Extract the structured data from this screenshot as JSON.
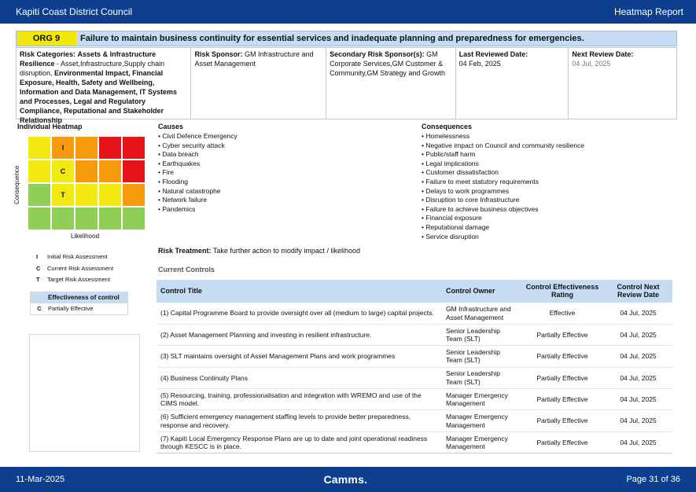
{
  "topbar": {
    "org_name": "Kapiti Coast District Council",
    "report_name": "Heatmap Report"
  },
  "risk": {
    "id": "ORG 9",
    "title": "Failure to maintain business continuity for essential services and inadequate planning and preparedness for emergencies.",
    "categories_label": "Risk Categories:",
    "cat1_bold": "Assets & Infrastructure Resilience",
    "cat1_rest": " - Asset,Infrastructure,Supply chain disruption,",
    "cat_rest_bold": "Environmental Impact, Financial Exposure, Health, Safety and Wellbeing, Information and Data Management, IT Systems and Processes, Legal and Regulatory Compliance, Reputational and Stakeholder Relationship",
    "sponsor_label": "Risk Sponsor:",
    "sponsor": "GM Infrastructure and Asset Management",
    "secondary_label": "Secondary Risk Sponsor(s):",
    "secondary": "GM Corporate Services,GM Customer & Community,GM Strategy and Growth",
    "last_reviewed_label": "Last Reviewed Date:",
    "last_reviewed": "04 Feb, 2025",
    "next_review_label": "Next Review Date:",
    "next_review": "04 Jul, 2025"
  },
  "heatmap": {
    "title": "Individual Heatmap",
    "y_label": "Consequence",
    "x_label": "Likelihood",
    "colors": {
      "red": "#e8141c",
      "orange": "#f79a0c",
      "yellow": "#f3e911",
      "green": "#8fcf56"
    },
    "rows": [
      [
        {
          "c": "yellow",
          "t": ""
        },
        {
          "c": "orange",
          "t": "I"
        },
        {
          "c": "orange",
          "t": ""
        },
        {
          "c": "red",
          "t": ""
        },
        {
          "c": "red",
          "t": ""
        }
      ],
      [
        {
          "c": "yellow",
          "t": ""
        },
        {
          "c": "yellow",
          "t": "C"
        },
        {
          "c": "orange",
          "t": ""
        },
        {
          "c": "orange",
          "t": ""
        },
        {
          "c": "red",
          "t": ""
        }
      ],
      [
        {
          "c": "green",
          "t": ""
        },
        {
          "c": "yellow",
          "t": "T"
        },
        {
          "c": "yellow",
          "t": ""
        },
        {
          "c": "yellow",
          "t": ""
        },
        {
          "c": "orange",
          "t": ""
        }
      ],
      [
        {
          "c": "green",
          "t": ""
        },
        {
          "c": "green",
          "t": ""
        },
        {
          "c": "green",
          "t": ""
        },
        {
          "c": "green",
          "t": ""
        },
        {
          "c": "green",
          "t": ""
        }
      ]
    ],
    "legend": [
      {
        "key": "I",
        "label": "Initial Risk Assessment"
      },
      {
        "key": "C",
        "label": "Current Risk Assessment"
      },
      {
        "key": "T",
        "label": "Target Risk Assessment"
      }
    ],
    "effectiveness_title": "Effectiveness of control",
    "effectiveness_key": "C",
    "effectiveness_value": "Partially Effective"
  },
  "causes": {
    "title": "Causes",
    "items": [
      "Civil Defence Emergency",
      "Cyber security attack",
      "Data breach",
      "Earthquakes",
      "Fire",
      "Flooding",
      "Natural catastrophe",
      "Network failure",
      "Pandemics"
    ]
  },
  "consequences": {
    "title": "Consequences",
    "items": [
      "Homelessness",
      "Negative impact on Council and community resilience",
      "Public/staff harm",
      "Legal implications",
      "Customer dissatisfaction",
      "Failure to meet statutory requirements",
      "Delays to work programmes",
      "Disruption to core Infrastructure",
      "Failure to achieve business objectives",
      "Financial exposure",
      "Reputational damage",
      "Service disruption"
    ]
  },
  "treatment": {
    "label": "Risk Treatment:",
    "text": "Take further action to modify impact / likelihood"
  },
  "controls": {
    "section_title": "Current Controls",
    "headers": [
      "Control Title",
      "Control Owner",
      "Control Effectiveness Rating",
      "Control Next Review Date"
    ],
    "rows": [
      [
        "(1) Capital Programme Board to provide oversight over all (medium to large) capital projects.",
        "GM Infrastructure and Asset Management",
        "Effective",
        "04 Jul, 2025"
      ],
      [
        "(2) Asset Management Planning and investing in resilient infrastructure.",
        "Senior Leadership Team (SLT)",
        "Partially Effective",
        "04 Jul, 2025"
      ],
      [
        "(3) SLT maintains oversight of Asset Management Plans and work programmes",
        "Senior Leadership Team (SLT)",
        "Partially Effective",
        "04 Jul, 2025"
      ],
      [
        "(4) Business Continuity Plans",
        "Senior Leadership Team (SLT)",
        "Partially Effective",
        "04 Jul, 2025"
      ],
      [
        "(5) Resourcing, training, professionalisation and integration with WREMO and use of the CIMS model.",
        "Manager Emergency Management",
        "Partially Effective",
        "04 Jul, 2025"
      ],
      [
        "(6) Sufficient emergency management staffing levels to provide better preparedness, response and recovery.",
        "Manager Emergency Management",
        "Partially Effective",
        "04 Jul, 2025"
      ],
      [
        "(7) Kapiti Local Emergency Response Plans are up to date and joint operational readiness through KESCC is in place.",
        "Manager Emergency Management",
        "Partially Effective",
        "04 Jul, 2025"
      ]
    ]
  },
  "footer": {
    "date": "11-Mar-2025",
    "brand": "Camms.",
    "page": "Page 31 of 36"
  }
}
